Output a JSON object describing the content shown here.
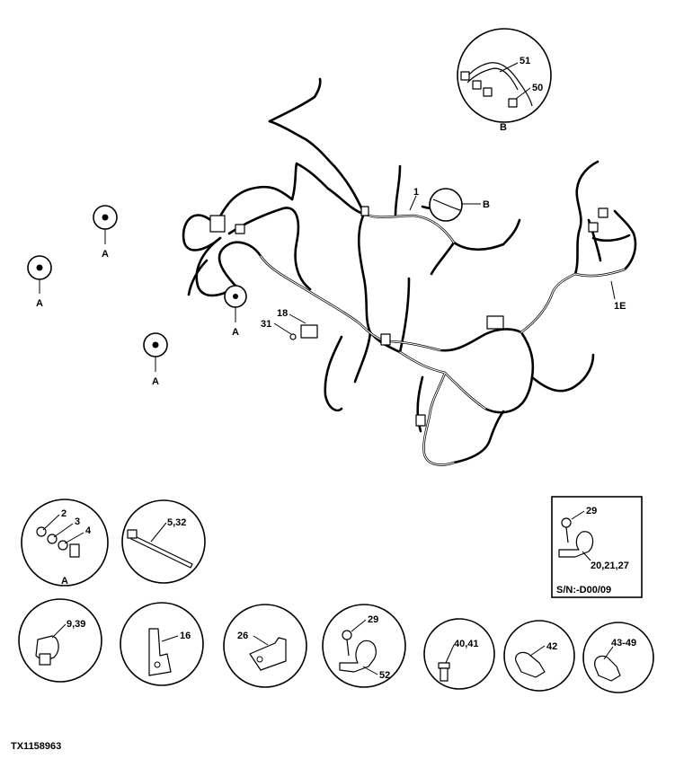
{
  "labels": {
    "main_harness": "1",
    "harness_1e": "1E",
    "callout_b": "B",
    "detail_b_title": "B",
    "detail_b_51": "51",
    "detail_b_50": "50",
    "ref_a": "A",
    "item_31": "31",
    "item_18": "18"
  },
  "details": {
    "washers": {
      "l2": "2",
      "l3": "3",
      "l4": "4",
      "view": "A"
    },
    "tie": {
      "label": "5,32"
    },
    "boxed": {
      "l29": "29",
      "l20": "20,21,27",
      "serial": "S/N:-D00/09"
    },
    "clip939": {
      "label": "9,39"
    },
    "bracket16": {
      "label": "16"
    },
    "bracket26": {
      "label": "26"
    },
    "clamp29": {
      "l29": "29",
      "l52": "52"
    },
    "bolt": {
      "label": "40,41"
    },
    "clamp42": {
      "label": "42"
    },
    "clamp43": {
      "label": "43-49"
    }
  },
  "figure_id": "TX1158963"
}
